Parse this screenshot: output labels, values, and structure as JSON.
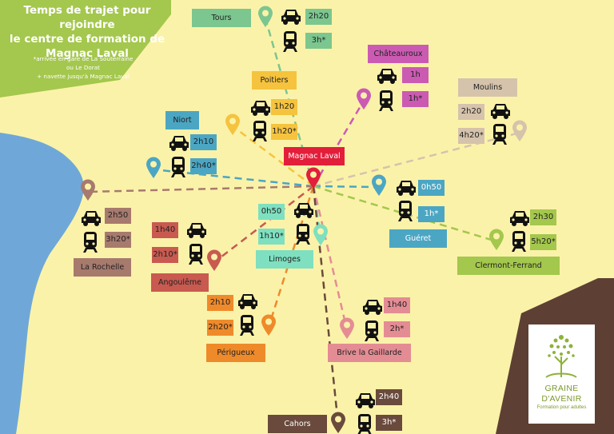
{
  "title_lines": [
    "Temps de trajet  pour rejoindre",
    "le centre de formation de",
    "Magnac Laval"
  ],
  "note_lines": [
    "*arrivée en gare de La Souterraine",
    "ou Le Dorat",
    "+ navette jusqu'à Magnac Laval"
  ],
  "center": {
    "name": "Magnac Laval",
    "color": "#e31e3a"
  },
  "logo": {
    "line1": "GRAINE",
    "line2": "D'AVENIR",
    "line3": "Formation pour adultes"
  },
  "cities": [
    {
      "id": "tours",
      "name": "Tours",
      "car": "2h20",
      "train": "3h*",
      "color": "#7cc68f",
      "text": "#222222"
    },
    {
      "id": "chateauroux",
      "name": "Châteauroux",
      "car": "1h",
      "train": "1h*",
      "color": "#cb5bb2",
      "text": "#222222"
    },
    {
      "id": "poitiers",
      "name": "Poitiers",
      "car": "1h20",
      "train": "1h20*",
      "color": "#f5c33e",
      "text": "#222222"
    },
    {
      "id": "moulins",
      "name": "Moulins",
      "car": "2h20",
      "train": "4h20*",
      "color": "#d6c3ac",
      "text": "#222222"
    },
    {
      "id": "niort",
      "name": "Niort",
      "car": "2h10",
      "train": "2h40*",
      "color": "#4ba6c3",
      "text": "#222222"
    },
    {
      "id": "gueret",
      "name": "Guéret",
      "car": "0h50",
      "train": "1h*",
      "color": "#4ba6c3",
      "text": "#ffffff"
    },
    {
      "id": "larochelle",
      "name": "La Rochelle",
      "car": "2h50",
      "train": "3h20*",
      "color": "#a77a6e",
      "text": "#222222"
    },
    {
      "id": "limoges",
      "name": "Limoges",
      "car": "0h50",
      "train": "1h10*",
      "color": "#7ee0c0",
      "text": "#222222"
    },
    {
      "id": "clermont",
      "name": "Clermont-Ferrand",
      "car": "2h30",
      "train": "5h20*",
      "color": "#a4c74d",
      "text": "#222222"
    },
    {
      "id": "angouleme",
      "name": "Angoulême",
      "car": "1h40",
      "train": "2h10*",
      "color": "#c85a50",
      "text": "#222222"
    },
    {
      "id": "perigueux",
      "name": "Périgueux",
      "car": "2h10",
      "train": "2h20*",
      "color": "#ef8a2a",
      "text": "#222222"
    },
    {
      "id": "brive",
      "name": "Brive la Gaillarde",
      "car": "1h40",
      "train": "2h*",
      "color": "#e48c94",
      "text": "#222222"
    },
    {
      "id": "cahors",
      "name": "Cahors",
      "car": "2h40",
      "train": "3h*",
      "color": "#6a4a3c",
      "text": "#ffffff"
    }
  ]
}
